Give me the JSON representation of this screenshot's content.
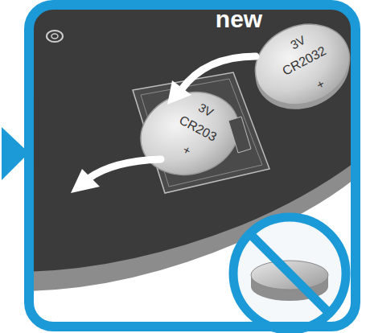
{
  "diagram": {
    "labels": [
      "new",
      "3V",
      "CR2032",
      "+",
      "3V",
      "CR203",
      "+"
    ]
  }
}
